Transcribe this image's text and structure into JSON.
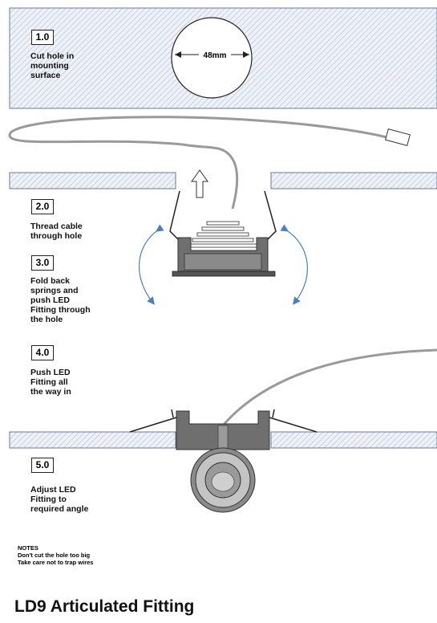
{
  "steps": [
    {
      "number": "1.0",
      "text": [
        "Cut hole in",
        "mounting",
        "surface"
      ]
    },
    {
      "number": "2.0",
      "text": [
        "Thread cable",
        "through hole"
      ]
    },
    {
      "number": "3.0",
      "text": [
        "Fold back",
        "springs and",
        "push LED",
        "Fitting through",
        "the hole"
      ]
    },
    {
      "number": "4.0",
      "text": [
        "Push LED",
        "Fitting all",
        "the way in"
      ]
    },
    {
      "number": "5.0",
      "text": [
        "Adjust LED",
        "Fitting to",
        "required angle"
      ]
    }
  ],
  "dimension": "48mm",
  "notes": {
    "heading": "NOTES",
    "lines": [
      "Don't cut the hole too big",
      "Take care not to trap wires"
    ]
  },
  "title": "LD9 Articulated Fitting",
  "colors": {
    "hatch": "#b8c4d8",
    "panel_bg": "#eef1f7",
    "fitting": "#6f6f6f",
    "cable": "#9a9a9a",
    "arrow": "#4a7fc1"
  }
}
